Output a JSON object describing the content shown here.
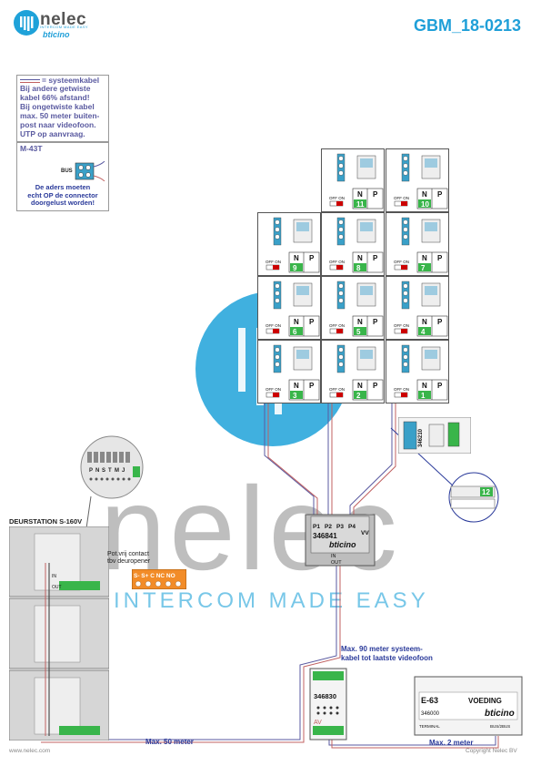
{
  "header": {
    "doc_code": "GBM_18-0213",
    "logo_name": "nelec",
    "logo_sub": "INTERCOM MADE EASY",
    "logo_brand": "bticino"
  },
  "legend_note": {
    "title": "= systeemkabel",
    "lines": [
      "Bij andere getwiste",
      "kabel 66% afstand!",
      "Bij ongetwiste kabel",
      "max. 50 meter buiten-",
      "post naar videofoon.",
      "UTP op aanvraag."
    ]
  },
  "connector_note": {
    "model": "M-43T",
    "bus_label": "BUS",
    "lines": [
      "De aders moeten",
      "echt OP de connector",
      "doorgelust worden!"
    ]
  },
  "videophones": [
    {
      "n_label": "N",
      "p_label": "P",
      "number": "11",
      "switch": "OFF ON"
    },
    {
      "n_label": "N",
      "p_label": "P",
      "number": "10",
      "switch": "OFF ON"
    },
    {
      "n_label": "N",
      "p_label": "P",
      "number": "9",
      "switch": "OFF ON"
    },
    {
      "n_label": "N",
      "p_label": "P",
      "number": "8",
      "switch": "OFF ON"
    },
    {
      "n_label": "N",
      "p_label": "P",
      "number": "7",
      "switch": "OFF ON"
    },
    {
      "n_label": "N",
      "p_label": "P",
      "number": "6",
      "switch": "OFF ON"
    },
    {
      "n_label": "N",
      "p_label": "P",
      "number": "5",
      "switch": "OFF ON"
    },
    {
      "n_label": "N",
      "p_label": "P",
      "number": "4",
      "switch": "OFF ON"
    },
    {
      "n_label": "N",
      "p_label": "P",
      "number": "3",
      "switch": "OFF ON"
    },
    {
      "n_label": "N",
      "p_label": "P",
      "number": "2",
      "switch": "OFF ON"
    },
    {
      "n_label": "N",
      "p_label": "P",
      "number": "1",
      "switch": "OFF ON"
    }
  ],
  "extra_module": {
    "code": "346210",
    "number": "12"
  },
  "keypad_zoom": {
    "labels": [
      "P",
      "N",
      "S",
      "T",
      "M",
      "J"
    ]
  },
  "distributor": {
    "code": "346841",
    "ports": [
      "P1",
      "P2",
      "P3",
      "P4"
    ],
    "vv": "VV",
    "brand": "bticino",
    "in": "IN",
    "out": "OUT"
  },
  "door_station": {
    "title": "DEURSTATION S-160V",
    "in": "IN",
    "out": "OUT"
  },
  "contact": {
    "title_line1": "Pot.vrij contact",
    "title_line2": "tbv deuropener",
    "terminals": "S- S+ C NC NO"
  },
  "admitter": {
    "code": "346830",
    "av": "AV"
  },
  "power_supply": {
    "model": "E-63",
    "label": "VOEDING",
    "code": "346000",
    "brand": "bticino",
    "terminal_left": "TERMINAL",
    "terminal_right": "BUS/2BUS"
  },
  "cable_labels": {
    "max90": "Max. 90 meter systeem-",
    "max90b": "kabel tot laatste videofoon",
    "max50": "Max. 50 meter",
    "max2": "Max. 2 meter"
  },
  "watermark": {
    "word": "nelec",
    "tagline": "INTERCOM MADE EASY"
  },
  "footer": {
    "left": "www.nelec.com",
    "right": "Copyright Nelec BV"
  }
}
